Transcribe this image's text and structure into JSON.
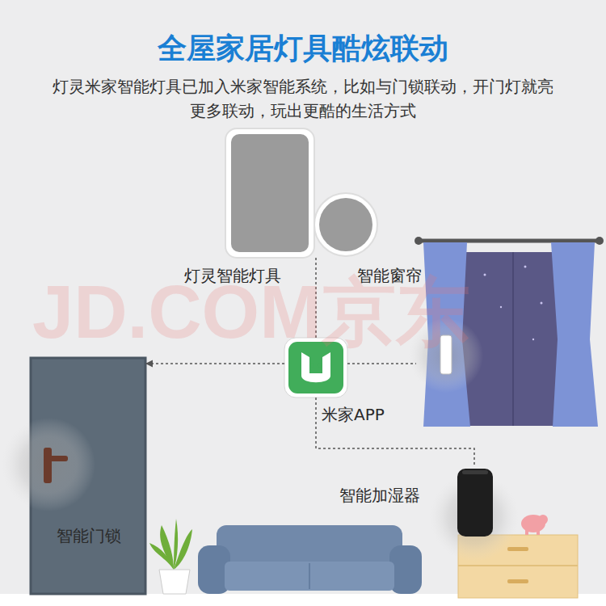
{
  "diagram": {
    "title": "全屋家居灯具酷炫联动",
    "nodes": [
      {
        "text": [
          "灯灵智能灯具"
        ]
      },
      {
        "text": [
          "智能窗帘"
        ]
      },
      {
        "text": [
          "米家APP"
        ]
      },
      {
        "text": [
          "智能门锁"
        ]
      },
      {
        "text": [
          "智能加湿器"
        ]
      }
    ],
    "edges": [
      {
        "from": 2,
        "to": 0,
        "arrow": "none"
      },
      {
        "from": 2,
        "to": 1,
        "arrow": "none"
      },
      {
        "from": 2,
        "to": 3,
        "arrow": "to"
      },
      {
        "from": 2,
        "to": 4,
        "arrow": "none"
      }
    ],
    "labels": [
      "灯灵米家智能灯具已加入米家智能系统，比如与门锁联动，开门灯就亮",
      "更多联动，玩出更酷的生活方式",
      "JD.COM京东"
    ]
  }
}
